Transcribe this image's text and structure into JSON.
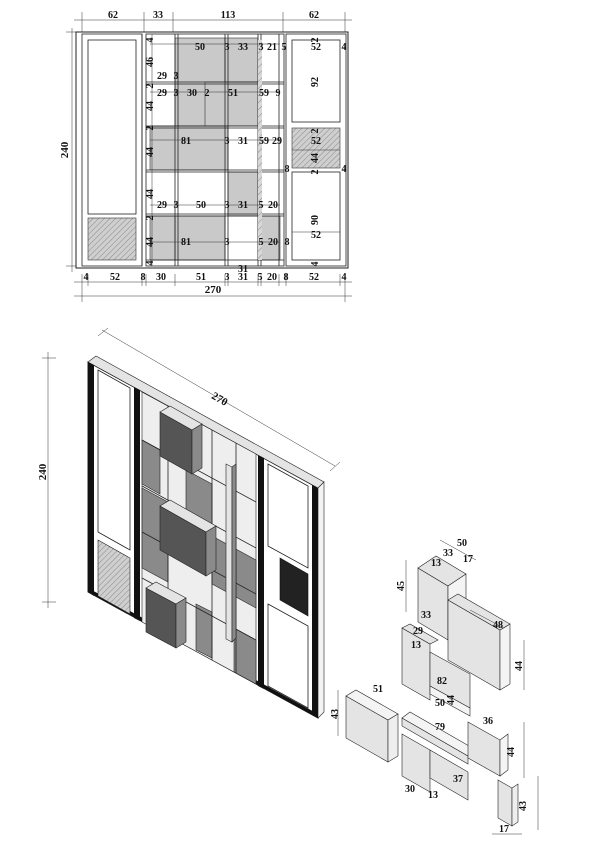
{
  "plan": {
    "top_dims": [
      "62",
      "33",
      "113",
      "62"
    ],
    "height_dim": "240",
    "bottom_dims": [
      "4",
      "52",
      "8",
      "30",
      "51",
      "3",
      "31",
      "5",
      "20",
      "8",
      "52",
      "4"
    ],
    "total_width": "270",
    "labels": [
      {
        "id": "p1",
        "text": "50"
      },
      {
        "id": "p2",
        "text": "3"
      },
      {
        "id": "p3",
        "text": "33"
      },
      {
        "id": "p4",
        "text": "3"
      },
      {
        "id": "p5",
        "text": "21"
      },
      {
        "id": "p6",
        "text": "5"
      },
      {
        "id": "p7",
        "text": "52"
      },
      {
        "id": "p8",
        "text": "4"
      },
      {
        "id": "p9",
        "text": "4"
      },
      {
        "id": "p10",
        "text": "46"
      },
      {
        "id": "p11",
        "text": "29"
      },
      {
        "id": "p12",
        "text": "3"
      },
      {
        "id": "p13",
        "text": "92"
      },
      {
        "id": "p14",
        "text": "29"
      },
      {
        "id": "p15",
        "text": "3"
      },
      {
        "id": "p16",
        "text": "30"
      },
      {
        "id": "p17",
        "text": "2"
      },
      {
        "id": "p18",
        "text": "51"
      },
      {
        "id": "p19",
        "text": "59"
      },
      {
        "id": "p20",
        "text": "9"
      },
      {
        "id": "p21",
        "text": "44"
      },
      {
        "id": "p22",
        "text": "2"
      },
      {
        "id": "p23",
        "text": "81"
      },
      {
        "id": "p24",
        "text": "3"
      },
      {
        "id": "p25",
        "text": "31"
      },
      {
        "id": "p26",
        "text": "59"
      },
      {
        "id": "p27",
        "text": "29"
      },
      {
        "id": "p28",
        "text": "2"
      },
      {
        "id": "p29",
        "text": "52"
      },
      {
        "id": "p30",
        "text": "44"
      },
      {
        "id": "p31",
        "text": "44"
      },
      {
        "id": "p32",
        "text": "8"
      },
      {
        "id": "p33",
        "text": "2"
      },
      {
        "id": "p34",
        "text": "4"
      },
      {
        "id": "p35",
        "text": "44"
      },
      {
        "id": "p36",
        "text": "29"
      },
      {
        "id": "p37",
        "text": "3"
      },
      {
        "id": "p38",
        "text": "50"
      },
      {
        "id": "p39",
        "text": "3"
      },
      {
        "id": "p40",
        "text": "31"
      },
      {
        "id": "p41",
        "text": "5"
      },
      {
        "id": "p42",
        "text": "20"
      },
      {
        "id": "p43",
        "text": "90"
      },
      {
        "id": "p44",
        "text": "2"
      },
      {
        "id": "p45",
        "text": "52"
      },
      {
        "id": "p46",
        "text": "44"
      },
      {
        "id": "p47",
        "text": "81"
      },
      {
        "id": "p48",
        "text": "3"
      },
      {
        "id": "p49",
        "text": "5"
      },
      {
        "id": "p50",
        "text": "20"
      },
      {
        "id": "p51",
        "text": "8"
      },
      {
        "id": "p52",
        "text": "4"
      },
      {
        "id": "p53",
        "text": "31"
      },
      {
        "id": "p54",
        "text": "4"
      },
      {
        "id": "p55",
        "text": "2"
      },
      {
        "id": "p56",
        "text": "2"
      }
    ]
  },
  "iso": {
    "height_dim": "240",
    "width_dim": "270"
  },
  "exploded": {
    "labels": [
      {
        "id": "e1",
        "text": "50"
      },
      {
        "id": "e2",
        "text": "33"
      },
      {
        "id": "e3",
        "text": "17"
      },
      {
        "id": "e4",
        "text": "13"
      },
      {
        "id": "e5",
        "text": "45"
      },
      {
        "id": "e6",
        "text": "48"
      },
      {
        "id": "e7",
        "text": "33"
      },
      {
        "id": "e8",
        "text": "29"
      },
      {
        "id": "e9",
        "text": "13"
      },
      {
        "id": "e10",
        "text": "44"
      },
      {
        "id": "e11",
        "text": "82"
      },
      {
        "id": "e12",
        "text": "44"
      },
      {
        "id": "e13",
        "text": "50"
      },
      {
        "id": "e14",
        "text": "51"
      },
      {
        "id": "e15",
        "text": "43"
      },
      {
        "id": "e16",
        "text": "79"
      },
      {
        "id": "e17",
        "text": "36"
      },
      {
        "id": "e18",
        "text": "44"
      },
      {
        "id": "e19",
        "text": "37"
      },
      {
        "id": "e20",
        "text": "30"
      },
      {
        "id": "e21",
        "text": "13"
      },
      {
        "id": "e22",
        "text": "43"
      },
      {
        "id": "e23",
        "text": "17"
      }
    ]
  }
}
